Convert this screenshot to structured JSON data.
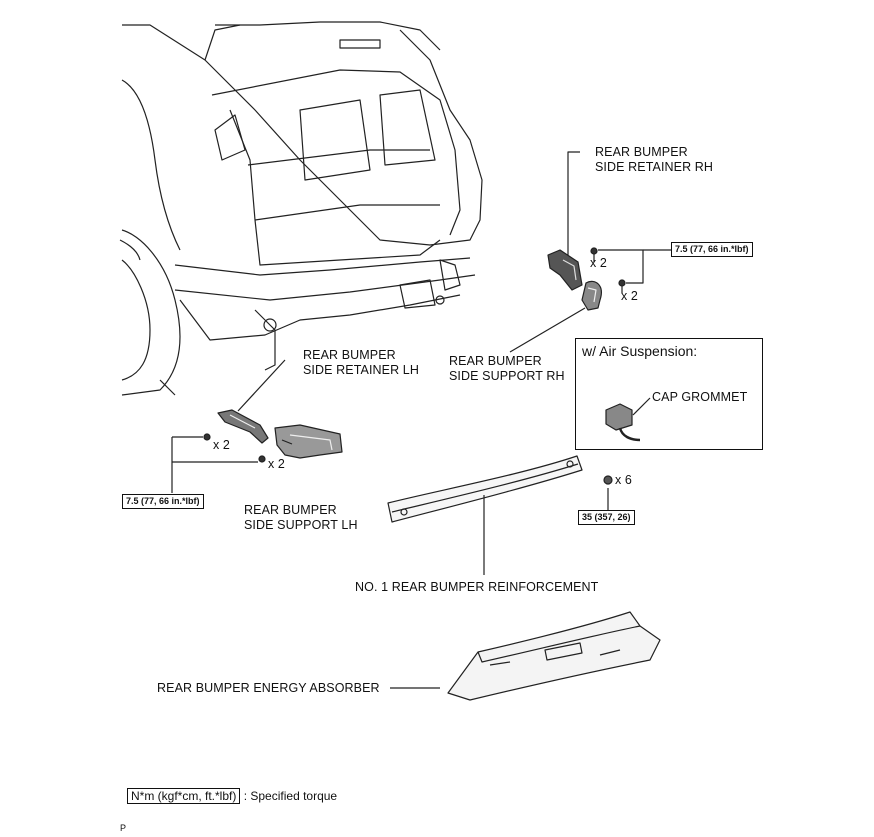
{
  "labels": {
    "retainer_rh": [
      "REAR BUMPER",
      "SIDE RETAINER RH"
    ],
    "support_rh": [
      "REAR BUMPER",
      "SIDE SUPPORT RH"
    ],
    "retainer_lh": [
      "REAR BUMPER",
      "SIDE RETAINER LH"
    ],
    "support_lh": [
      "REAR BUMPER",
      "SIDE SUPPORT LH"
    ],
    "reinforcement": "NO. 1 REAR BUMPER REINFORCEMENT",
    "absorber": "REAR BUMPER ENERGY ABSORBER",
    "cap_grommet": "CAP GROMMET"
  },
  "air_suspension": {
    "title": "w/ Air Suspension:"
  },
  "torque": {
    "rh": "7.5 (77, 66 in.*lbf)",
    "lh": "7.5 (77, 66 in.*lbf)",
    "reinforcement": "35 (357, 26)"
  },
  "counts": {
    "rh_upper": "x 2",
    "rh_lower": "x 2",
    "lh_upper": "x 2",
    "lh_lower": "x 2",
    "reinforcement": "x 6"
  },
  "legend": {
    "unit": "N*m (kgf*cm, ft.*lbf)",
    "text": ": Specified torque"
  },
  "page_mark": "P"
}
